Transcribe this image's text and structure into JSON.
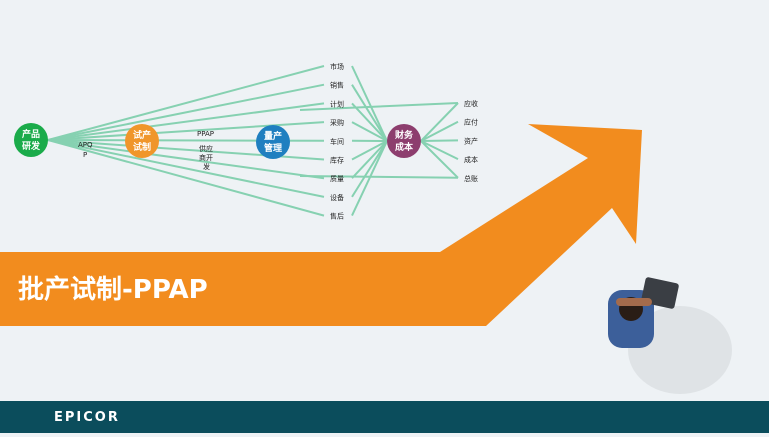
{
  "banner": {
    "title": "批产试制-PPAP",
    "color": "#f28c1e"
  },
  "hubs": {
    "product_dev": {
      "line1": "产品",
      "line2": "研发",
      "color": "#1aab4a"
    },
    "trial": {
      "line1": "试产",
      "line2": "试制",
      "color": "#f0962b"
    },
    "mass_prod": {
      "line1": "量产",
      "line2": "管理",
      "color": "#1f7fc0"
    },
    "finance": {
      "line1": "财务",
      "line2": "成本",
      "color": "#8d3e6e"
    }
  },
  "labels": {
    "apqp_1": "APQ",
    "apqp_2": "P",
    "ppap": "PPAP",
    "supplier_1": "供应",
    "supplier_2": "商开",
    "supplier_3": "发"
  },
  "middle_items": [
    "市场",
    "销售",
    "计划",
    "采购",
    "车间",
    "库存",
    "质量",
    "设备",
    "售后"
  ],
  "right_items": [
    "应收",
    "应付",
    "资产",
    "成本",
    "总账"
  ],
  "line_color": "#86d1b1",
  "arrow_color": "#f28c1e",
  "footer": {
    "logo": "EPICOR",
    "color": "#0b4d5c"
  }
}
